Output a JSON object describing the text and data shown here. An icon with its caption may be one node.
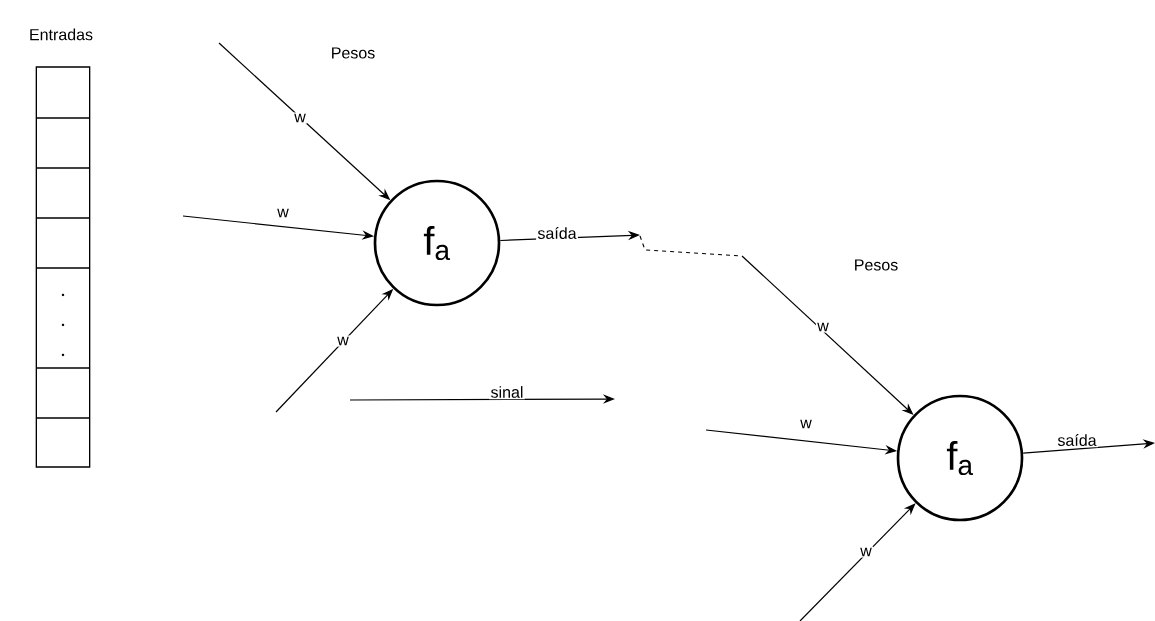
{
  "diagram": {
    "nodes": [
      {
        "text": [
          "Entradas"
        ]
      },
      {
        "text": [
          "f$_{a}$"
        ]
      },
      {
        "text": [
          "f$_{a}$"
        ]
      }
    ],
    "edges": [
      {
        "from": null,
        "to": 1,
        "arrow": "to",
        "label": "w"
      },
      {
        "from": null,
        "to": 1,
        "arrow": "to",
        "label": "w"
      },
      {
        "from": null,
        "to": 1,
        "arrow": "to",
        "label": "w"
      },
      {
        "from": 1,
        "to": null,
        "arrow": "to",
        "label": "saída"
      },
      {
        "from": null,
        "to": 2,
        "arrow": "to",
        "label": "w"
      },
      {
        "from": null,
        "to": 2,
        "arrow": "to",
        "label": "w"
      },
      {
        "from": null,
        "to": 2,
        "arrow": "to",
        "label": "w"
      },
      {
        "from": 2,
        "to": null,
        "arrow": "to",
        "label": "saída"
      }
    ],
    "labels": [
      "Pesos",
      "Pesos",
      "sinal"
    ]
  }
}
